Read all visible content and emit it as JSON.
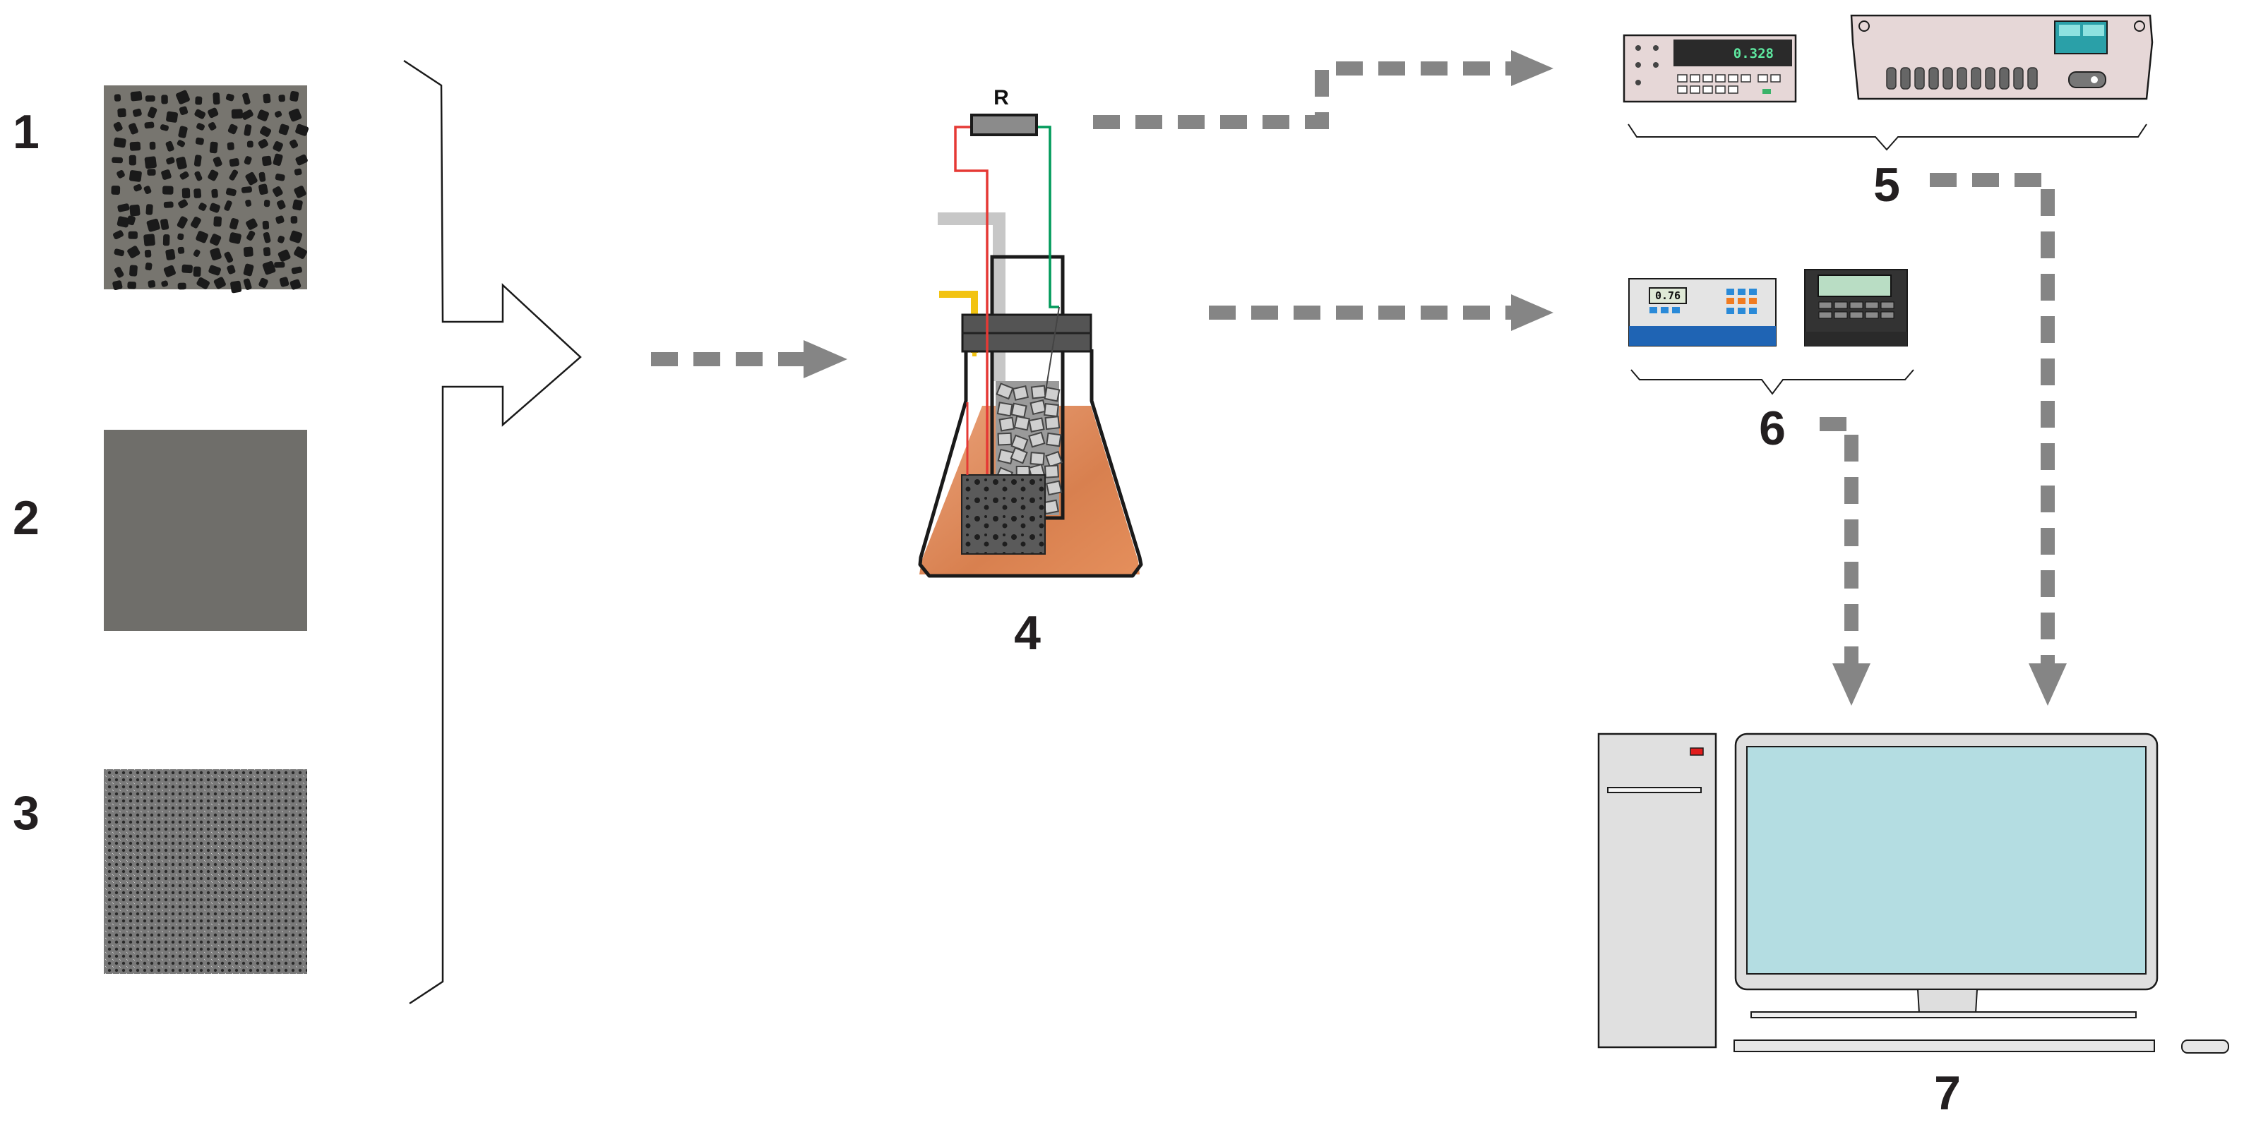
{
  "labels": {
    "sample_1": "1",
    "sample_2": "2",
    "sample_3": "3",
    "reactor": "4",
    "instruments_group": "5",
    "meters_group": "6",
    "computer": "7",
    "resistor": "R"
  },
  "readouts": {
    "multimeter_display": "0.328",
    "ph_meter_display": "0.76"
  },
  "colors": {
    "arrow": "#858585",
    "sample_gray": "#6f6e6a",
    "liquid": "#d8804f",
    "monitor_screen": "#b4dde2",
    "wire_red": "#e53935",
    "wire_green": "#009a5a",
    "tube_yellow": "#f2c311",
    "meter_blue": "#1f64b4"
  },
  "icons": [
    "bracket-icon",
    "hollow-arrow-icon",
    "flask-icon",
    "resistor-icon",
    "multimeter-icon",
    "data-logger-icon",
    "ph-meter-icon",
    "conductivity-meter-icon",
    "computer-tower-icon",
    "monitor-icon",
    "keyboard-icon",
    "mouse-icon"
  ]
}
